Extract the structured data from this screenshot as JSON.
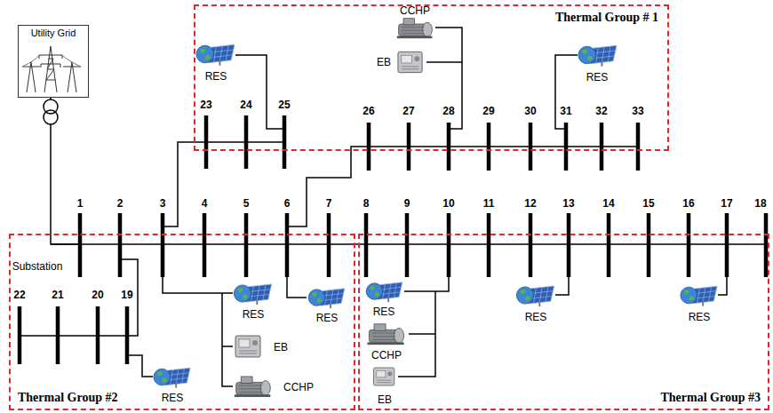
{
  "diagram": {
    "nodes": [
      {
        "text": [
          "Utility Grid"
        ]
      },
      {
        "text": [
          "Thermal Group # 1"
        ]
      },
      {
        "text": [
          "Thermal Group #2"
        ]
      },
      {
        "text": [
          "Thermal Group #3"
        ]
      }
    ],
    "labels": [
      "CCHP",
      "RES",
      "EB",
      "RES",
      "23",
      "24",
      "25",
      "26",
      "27",
      "28",
      "29",
      "30",
      "31",
      "32",
      "33",
      "Substation",
      "1",
      "2",
      "3",
      "4",
      "5",
      "6",
      "7",
      "8",
      "9",
      "10",
      "11",
      "12",
      "13",
      "14",
      "15",
      "16",
      "17",
      "18",
      "RES",
      "RES",
      "EB",
      "CCHP",
      "22",
      "21",
      "20",
      "19",
      "RES",
      "RES",
      "CCHP",
      "EB",
      "RES",
      "RES"
    ]
  }
}
